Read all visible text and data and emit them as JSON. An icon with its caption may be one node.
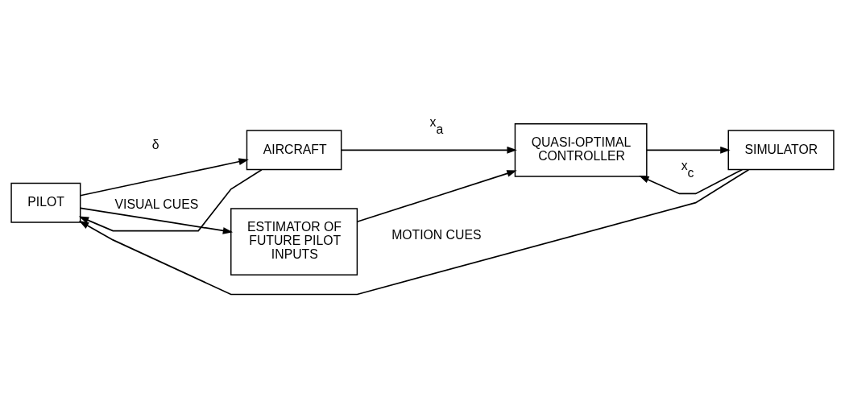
{
  "diagram": {
    "nodes": [
      {
        "text": [
          "PILOT"
        ]
      },
      {
        "text": [
          "AIRCRAFT"
        ]
      },
      {
        "text": [
          "QUASI-OPTIMAL CONTROLLER"
        ]
      },
      {
        "text": [
          "SIMULATOR"
        ]
      },
      {
        "text": [
          "ESTIMATOR OF FUTURE PILOT INPUTS"
        ]
      }
    ],
    "edges": [
      {
        "from": 0,
        "to": 1,
        "arrow": "to",
        "label": "δ"
      },
      {
        "from": 0,
        "to": 4,
        "arrow": "to"
      },
      {
        "from": 1,
        "to": 2,
        "arrow": "to",
        "label": "x$_{a}$"
      },
      {
        "from": 1,
        "to": 0,
        "arrow": "to",
        "label": "VISUAL CUES"
      },
      {
        "from": 4,
        "to": 2,
        "arrow": "to"
      },
      {
        "from": 2,
        "to": 3,
        "arrow": "to"
      },
      {
        "from": 3,
        "to": 2,
        "arrow": "to",
        "label": "x$_{c}$"
      },
      {
        "from": 3,
        "to": 0,
        "arrow": "to",
        "label": "MOTION CUES"
      }
    ]
  }
}
